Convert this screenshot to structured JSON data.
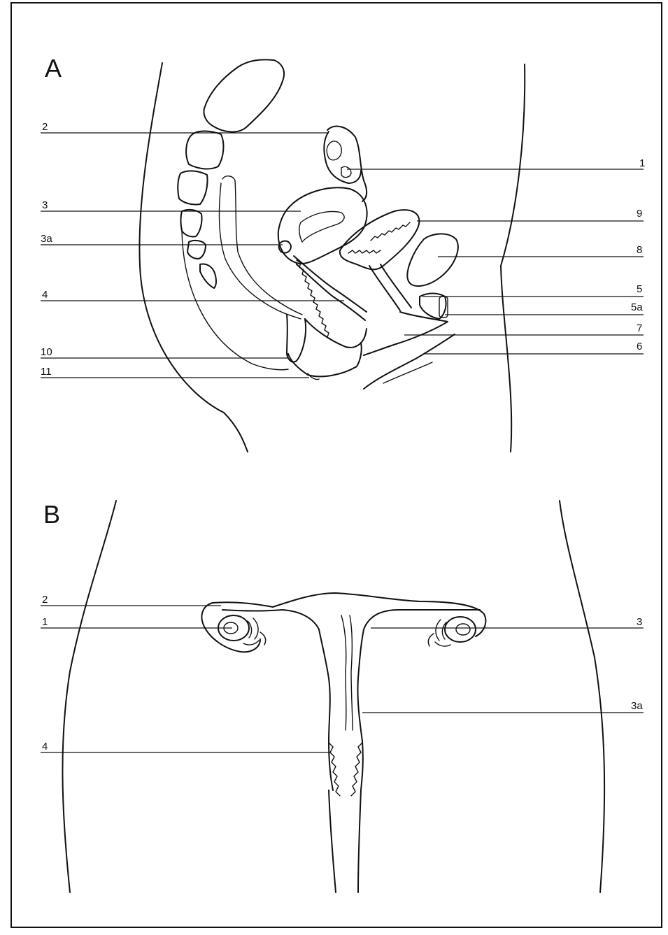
{
  "panels": [
    {
      "letter": "A",
      "labels": [
        {
          "id": "a-2",
          "text": "2"
        },
        {
          "id": "a-1",
          "text": "1"
        },
        {
          "id": "a-3",
          "text": "3"
        },
        {
          "id": "a-9",
          "text": "9"
        },
        {
          "id": "a-3a",
          "text": "3a"
        },
        {
          "id": "a-8",
          "text": "8"
        },
        {
          "id": "a-4",
          "text": "4"
        },
        {
          "id": "a-5",
          "text": "5"
        },
        {
          "id": "a-5a",
          "text": "5a"
        },
        {
          "id": "a-7",
          "text": "7"
        },
        {
          "id": "a-10",
          "text": "10"
        },
        {
          "id": "a-6",
          "text": "6"
        },
        {
          "id": "a-11",
          "text": "11"
        }
      ]
    },
    {
      "letter": "B",
      "labels": [
        {
          "id": "b-2",
          "text": "2"
        },
        {
          "id": "b-1",
          "text": "1"
        },
        {
          "id": "b-3",
          "text": "3"
        },
        {
          "id": "b-3a",
          "text": "3a"
        },
        {
          "id": "b-4",
          "text": "4"
        }
      ]
    }
  ]
}
